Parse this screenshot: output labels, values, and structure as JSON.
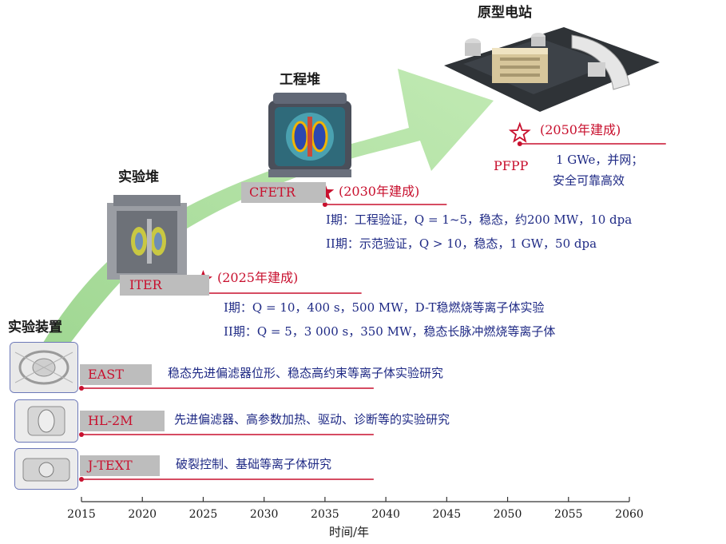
{
  "chart_data": {
    "type": "timeline",
    "title": "",
    "xlabel": "时间/年",
    "xlim": [
      2015,
      2060
    ],
    "x_ticks": [
      "2015",
      "2020",
      "2025",
      "2030",
      "2035",
      "2040",
      "2045",
      "2050",
      "2055",
      "2060"
    ],
    "stages": {
      "experiment_devices": "实验装置",
      "experimental_reactor": "实验堆",
      "engineering_reactor": "工程堆",
      "prototype_plant": "原型电站"
    },
    "devices": [
      {
        "name": "EAST",
        "start": 2015,
        "end": 2039,
        "description": "稳态先进偏滤器位形、稳态高约束等离子体实验研究"
      },
      {
        "name": "HL-2M",
        "start": 2015,
        "end": 2039,
        "description": "先进偏滤器、高参数加热、驱动、诊断等的实验研究"
      },
      {
        "name": "J-TEXT",
        "start": 2015,
        "end": 2039,
        "description": "破裂控制、基础等离子体研究"
      }
    ],
    "projects": [
      {
        "name": "ITER",
        "year": 2025,
        "built_label": "(2025年建成)",
        "end": 2038,
        "star_filled": true,
        "phases": [
          "I期：Q = 10，400 s，500 MW，D-T稳燃烧等离子体实验",
          "II期：Q = 5，3 000 s，350 MW，稳态长脉冲燃烧等离子体"
        ]
      },
      {
        "name": "CFETR",
        "year": 2035,
        "built_label": "(2030年建成)",
        "end": 2045,
        "star_filled": true,
        "phases": [
          "I期：工程验证，Q = 1~5，稳态，约200 MW，10 dpa",
          "II期：示范验证，Q > 10，稳态，1 GW，50 dpa"
        ]
      },
      {
        "name": "PFPP",
        "year": 2051,
        "built_label": "(2050年建成)",
        "end": 2063,
        "star_filled": false,
        "phases": [
          "1 GWe，并网；",
          "安全可靠高效"
        ]
      }
    ]
  },
  "colors": {
    "accent_red": "#c8102e",
    "text_blue": "#1f2a85",
    "tag_grey": "#bdbdbd",
    "arrow_green": "#9cd98e"
  }
}
